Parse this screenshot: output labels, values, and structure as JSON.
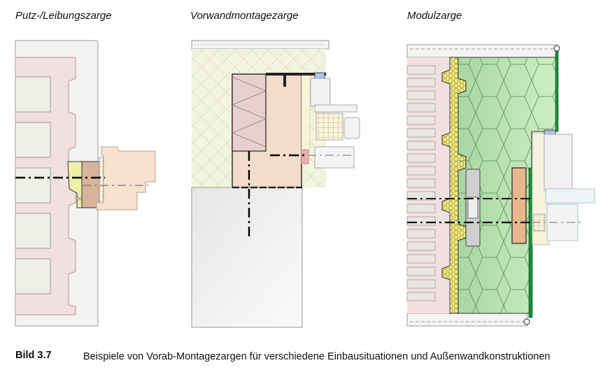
{
  "figure": {
    "panels": [
      {
        "title": "Putz-/Leibungszarge"
      },
      {
        "title": "Vorwandmontagezarge"
      },
      {
        "title": "Modulzarge"
      }
    ],
    "caption": {
      "number": "Bild 3.7",
      "text": "Beispiele von Vorab-Montagezargen für verschiedene Einbausituationen und Außenwandkonstruktionen"
    }
  },
  "colors": {
    "masonry": "#f2dfe0",
    "masonry_edge": "#b79a9c",
    "plaster": "#f3f3f1",
    "insulation_yellow": "#eef0a8",
    "frame_wood": "#d9b39a",
    "window_profile": "#f6e2cf",
    "vorwand_insulation": "#f3f4df",
    "box_pink": "#e9d0d0",
    "box_beige": "#f2dccc",
    "concrete": "#ececec",
    "green_insulation": "#bfe4b4",
    "green_edge": "#1c8a3a",
    "yellow_foam": "#f3ec82",
    "orange_block": "#e7b88e"
  }
}
